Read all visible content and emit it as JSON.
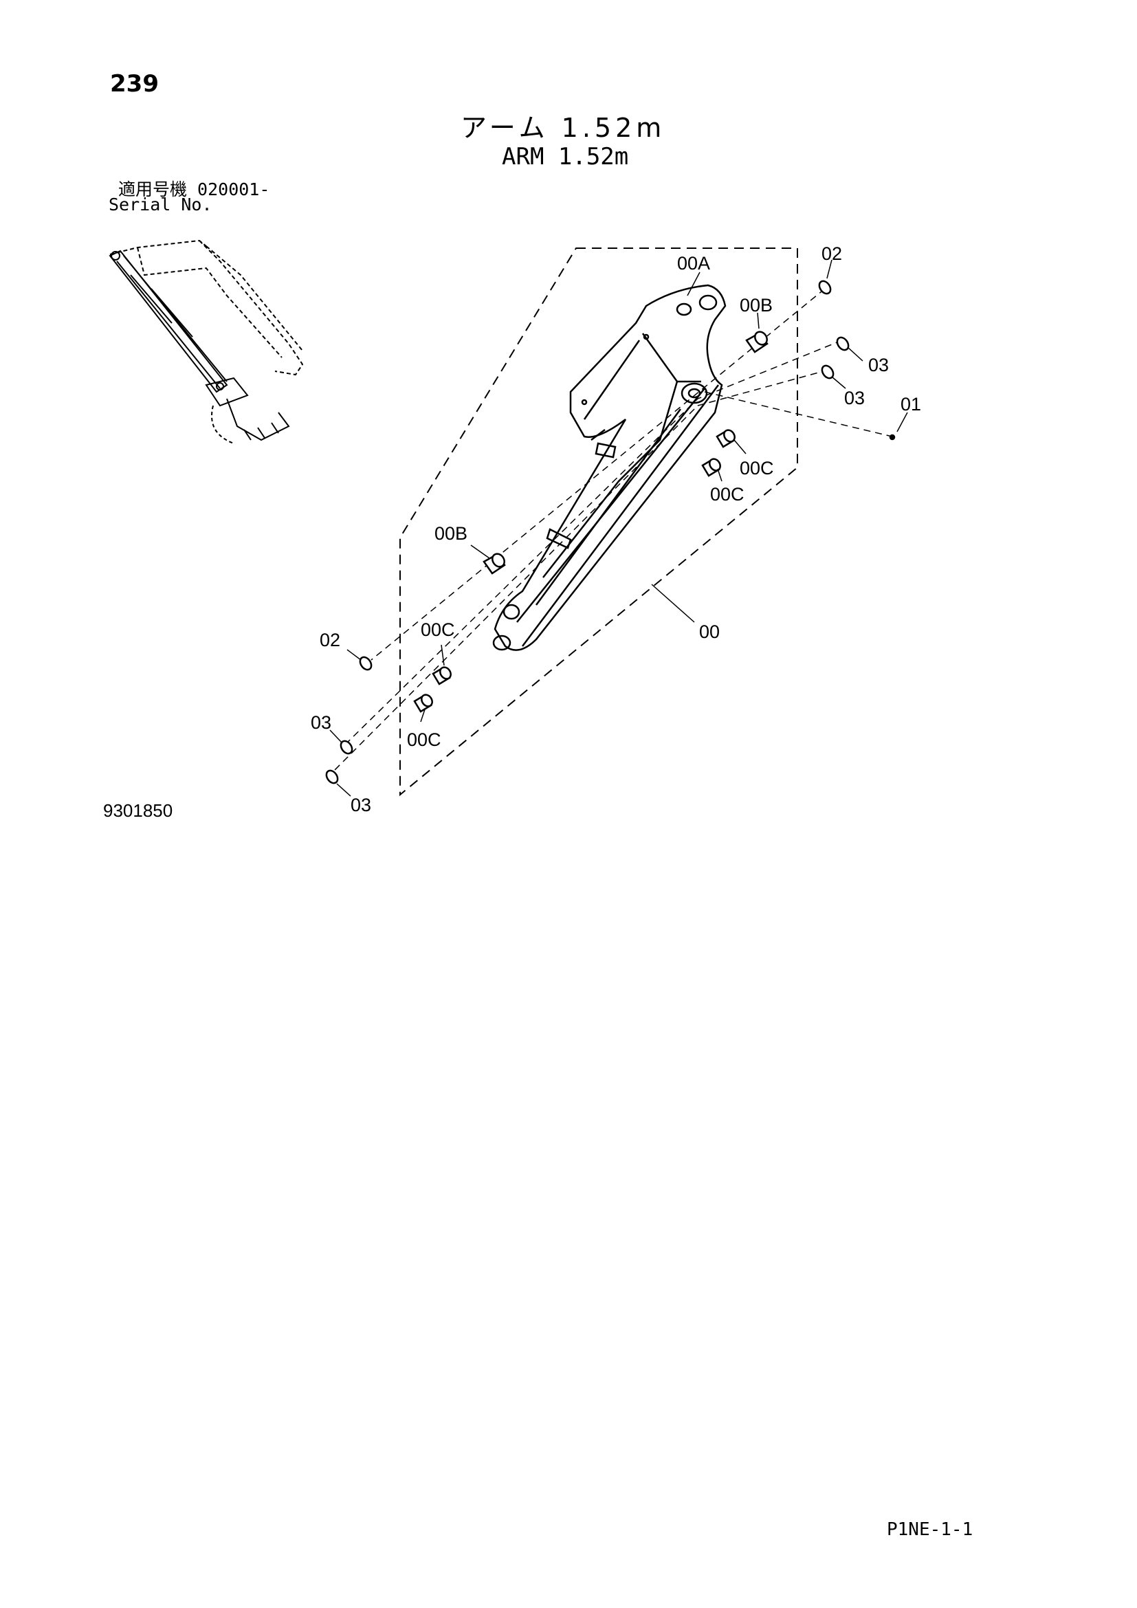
{
  "page": {
    "number": "239",
    "title_jp": "アーム 1.52m",
    "title_en": "ARM 1.52m",
    "serial_label_jp": "適用号機 020001-",
    "serial_label_en": "Serial No.",
    "drawing_number": "9301850",
    "page_code": "P1NE-1-1"
  },
  "callouts": {
    "c00A": "00A",
    "c00B_top": "00B",
    "c02_top": "02",
    "c03_top_a": "03",
    "c03_top_b": "03",
    "c01": "01",
    "c00C_right_a": "00C",
    "c00C_right_b": "00C",
    "c00B_left": "00B",
    "c00": "00",
    "c02_left": "02",
    "c00C_left_a": "00C",
    "c03_left_a": "03",
    "c00C_left_b": "00C",
    "c03_left_b": "03"
  }
}
